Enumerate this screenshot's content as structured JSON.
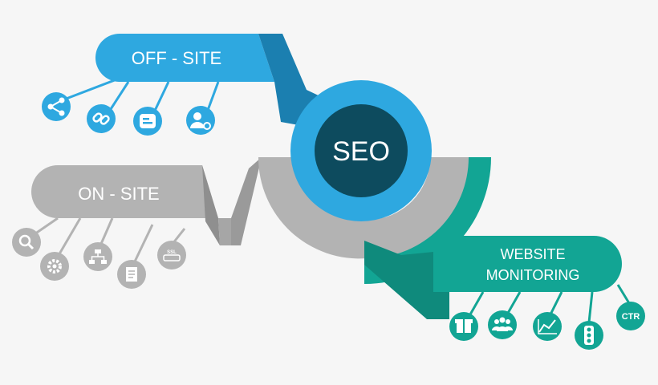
{
  "center": {
    "label": "SEO"
  },
  "branches": [
    {
      "id": "off-site",
      "label": "OFF - SITE",
      "color": "#2ea8e0",
      "icons": [
        "share-icon",
        "link-icon",
        "blogger-icon",
        "user-sync-icon"
      ]
    },
    {
      "id": "on-site",
      "label": "ON - SITE",
      "color": "#b3b3b3",
      "icons": [
        "search-icon",
        "gear-icon",
        "sitemap-icon",
        "document-icon",
        "ssl-icon"
      ]
    },
    {
      "id": "website-monitoring",
      "label_lines": [
        "WEBSITE",
        "MONITORING"
      ],
      "color": "#12a594",
      "icons": [
        "gift-icon",
        "users-icon",
        "analytics-chart-icon",
        "traffic-light-icon",
        "ctr-icon"
      ]
    }
  ],
  "icon_text": {
    "ssl": "SSL",
    "ctr": "CTR"
  },
  "colors": {
    "seo_core": "#0d4b5e",
    "blue_ring": "#2ea8e0",
    "gray_ring": "#b3b3b3",
    "teal_ring": "#12a594"
  }
}
